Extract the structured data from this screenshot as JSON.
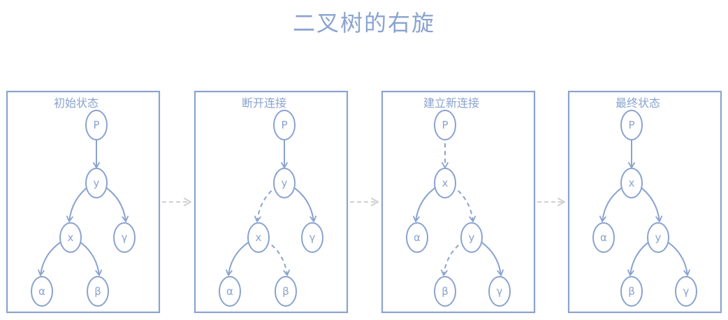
{
  "title": "二叉树的右旋",
  "colors": {
    "stroke": "#8aa3cf",
    "step_arrow": "#d0d0d0",
    "background": "#ffffff"
  },
  "panels": [
    {
      "label": "初始状态",
      "nodes": [
        {
          "id": "P",
          "label": "P"
        },
        {
          "id": "y",
          "label": "y"
        },
        {
          "id": "x",
          "label": "x"
        },
        {
          "id": "gamma",
          "label": "γ"
        },
        {
          "id": "alpha",
          "label": "α"
        },
        {
          "id": "beta",
          "label": "β"
        }
      ],
      "edges": [
        {
          "from": "P",
          "to": "y",
          "dashed": false
        },
        {
          "from": "y",
          "to": "x",
          "dashed": false
        },
        {
          "from": "y",
          "to": "gamma",
          "dashed": false
        },
        {
          "from": "x",
          "to": "alpha",
          "dashed": false
        },
        {
          "from": "x",
          "to": "beta",
          "dashed": false
        }
      ]
    },
    {
      "label": "断开连接",
      "nodes": [
        {
          "id": "P",
          "label": "P"
        },
        {
          "id": "y",
          "label": "y"
        },
        {
          "id": "x",
          "label": "x"
        },
        {
          "id": "gamma",
          "label": "γ"
        },
        {
          "id": "alpha",
          "label": "α"
        },
        {
          "id": "beta",
          "label": "β"
        }
      ],
      "edges": [
        {
          "from": "P",
          "to": "y",
          "dashed": false
        },
        {
          "from": "y",
          "to": "x",
          "dashed": true
        },
        {
          "from": "y",
          "to": "gamma",
          "dashed": false
        },
        {
          "from": "x",
          "to": "alpha",
          "dashed": false
        },
        {
          "from": "x",
          "to": "beta",
          "dashed": true
        }
      ]
    },
    {
      "label": "建立新连接",
      "nodes": [
        {
          "id": "P",
          "label": "P"
        },
        {
          "id": "x",
          "label": "x"
        },
        {
          "id": "alpha",
          "label": "α"
        },
        {
          "id": "y",
          "label": "y"
        },
        {
          "id": "beta",
          "label": "β"
        },
        {
          "id": "gamma",
          "label": "γ"
        }
      ],
      "edges": [
        {
          "from": "P",
          "to": "x",
          "dashed": true
        },
        {
          "from": "x",
          "to": "alpha",
          "dashed": false
        },
        {
          "from": "x",
          "to": "y",
          "dashed": true
        },
        {
          "from": "y",
          "to": "beta",
          "dashed": true
        },
        {
          "from": "y",
          "to": "gamma",
          "dashed": false
        }
      ]
    },
    {
      "label": "最终状态",
      "nodes": [
        {
          "id": "P",
          "label": "P"
        },
        {
          "id": "x",
          "label": "x"
        },
        {
          "id": "alpha",
          "label": "α"
        },
        {
          "id": "y",
          "label": "y"
        },
        {
          "id": "beta",
          "label": "β"
        },
        {
          "id": "gamma",
          "label": "γ"
        }
      ],
      "edges": [
        {
          "from": "P",
          "to": "x",
          "dashed": false
        },
        {
          "from": "x",
          "to": "alpha",
          "dashed": false
        },
        {
          "from": "x",
          "to": "y",
          "dashed": false
        },
        {
          "from": "y",
          "to": "beta",
          "dashed": false
        },
        {
          "from": "y",
          "to": "gamma",
          "dashed": false
        }
      ]
    }
  ]
}
